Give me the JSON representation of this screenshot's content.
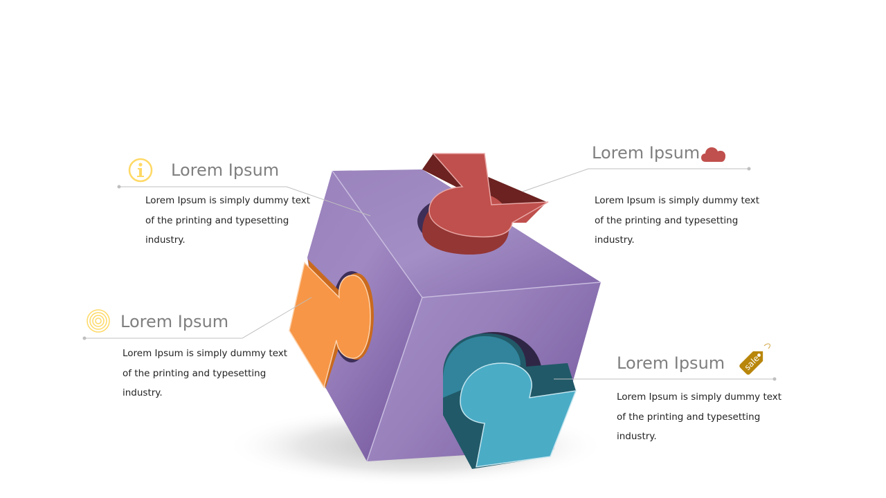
{
  "colors": {
    "cube_light": "#a892c4",
    "cube_mid": "#9a82bc",
    "cube_dark": "#7b5fa3",
    "piece_red": "#c0504d",
    "piece_red_dark": "#943634",
    "piece_orange": "#f79646",
    "piece_orange_dark": "#c96a1e",
    "piece_teal": "#4bacc6",
    "piece_teal_dark": "#215968",
    "title_text": "#7f7f7f",
    "body_text": "#222222",
    "icon_info": "#ffd966",
    "icon_cloud": "#c0504d",
    "icon_tag": "#b8860b",
    "leader_line": "#bfbfbf"
  },
  "callouts": {
    "top_left": {
      "title": "Lorem Ipsum",
      "body": "Lorem Ipsum is simply dummy text of the printing and typesetting industry.",
      "icon": "info-icon"
    },
    "top_right": {
      "title": "Lorem Ipsum",
      "body": "Lorem Ipsum is simply dummy text of the printing and typesetting industry.",
      "icon": "cloud-icon"
    },
    "bottom_left": {
      "title": "Lorem Ipsum",
      "body": "Lorem Ipsum is simply dummy text of the printing and typesetting industry.",
      "icon": "target-icon"
    },
    "bottom_right": {
      "title": "Lorem Ipsum",
      "body": "Lorem Ipsum is simply dummy text of the printing and typesetting industry.",
      "icon": "sale-tag-icon",
      "tag_text": "sale"
    }
  }
}
